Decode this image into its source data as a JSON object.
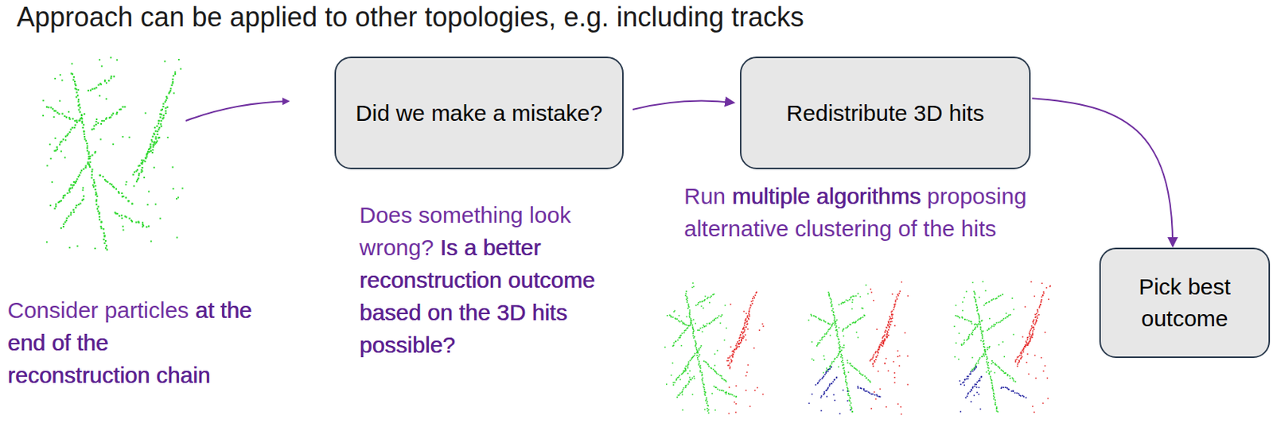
{
  "diagram": {
    "title": "Approach can be applied to other topologies, e.g. including tracks",
    "nodes": [
      {
        "text": [
          "Did we make a mistake?"
        ]
      },
      {
        "text": [
          "Redistribute 3D hits"
        ]
      },
      {
        "text": [
          "Pick best outcome"
        ]
      }
    ],
    "edges": [
      {
        "from": 0,
        "to": 1,
        "arrow": "to"
      },
      {
        "from": 1,
        "to": 2,
        "arrow": "to"
      }
    ],
    "labels": [
      "Consider particles",
      "at the end of the reconstruction chain",
      "Does something look wrong?",
      "Is a better reconstruction outcome based on the 3D hits possible?",
      "Run",
      "multiple algorithms",
      "proposing alternative clustering of the hits"
    ]
  }
}
